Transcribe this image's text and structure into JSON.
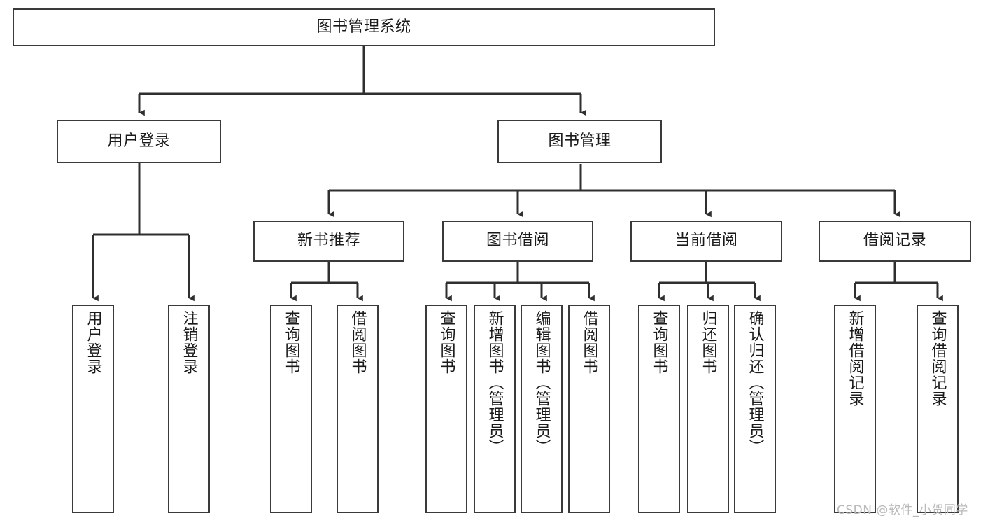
{
  "diagram": {
    "type": "tree",
    "title": "图书管理系统",
    "orientation": "top-down",
    "colors": {
      "box_border": "#3a3a3a",
      "box_fill": "#ffffff",
      "connector": "#2f2f2f",
      "text": "#1a1a1a",
      "watermark": "#b9b9b9",
      "background": "#ffffff"
    },
    "watermark": "CSDN @软件_小贺同学",
    "root": {
      "label": "图书管理系统"
    },
    "level2": [
      {
        "id": "user-login",
        "label": "用户登录"
      },
      {
        "id": "book-manage",
        "label": "图书管理"
      }
    ],
    "level3": [
      {
        "id": "new-book-recommend",
        "label": "新书推荐"
      },
      {
        "id": "book-borrow",
        "label": "图书借阅"
      },
      {
        "id": "current-borrow",
        "label": "当前借阅"
      },
      {
        "id": "borrow-record",
        "label": "借阅记录"
      }
    ],
    "leaves": {
      "user_login": [
        {
          "id": "leaf-user-login",
          "label": "用户登录"
        },
        {
          "id": "leaf-logout-login",
          "label": "注销登录"
        }
      ],
      "new_book_recommend": [
        {
          "id": "leaf-query-book-1",
          "label": "查询图书"
        },
        {
          "id": "leaf-borrow-book-1",
          "label": "借阅图书"
        }
      ],
      "book_borrow": [
        {
          "id": "leaf-query-book-2",
          "label": "查询图书"
        },
        {
          "id": "leaf-add-book",
          "label": "新增图书（管理员）"
        },
        {
          "id": "leaf-edit-book",
          "label": "编辑图书（管理员）"
        },
        {
          "id": "leaf-borrow-book-2",
          "label": "借阅图书"
        }
      ],
      "current_borrow": [
        {
          "id": "leaf-query-book-3",
          "label": "查询图书"
        },
        {
          "id": "leaf-return-book",
          "label": "归还图书"
        },
        {
          "id": "leaf-confirm-return",
          "label": "确认归还（管理员）"
        }
      ],
      "borrow_record": [
        {
          "id": "leaf-add-record",
          "label": "新增借阅记录"
        },
        {
          "id": "leaf-query-record",
          "label": "查询借阅记录"
        }
      ]
    }
  }
}
